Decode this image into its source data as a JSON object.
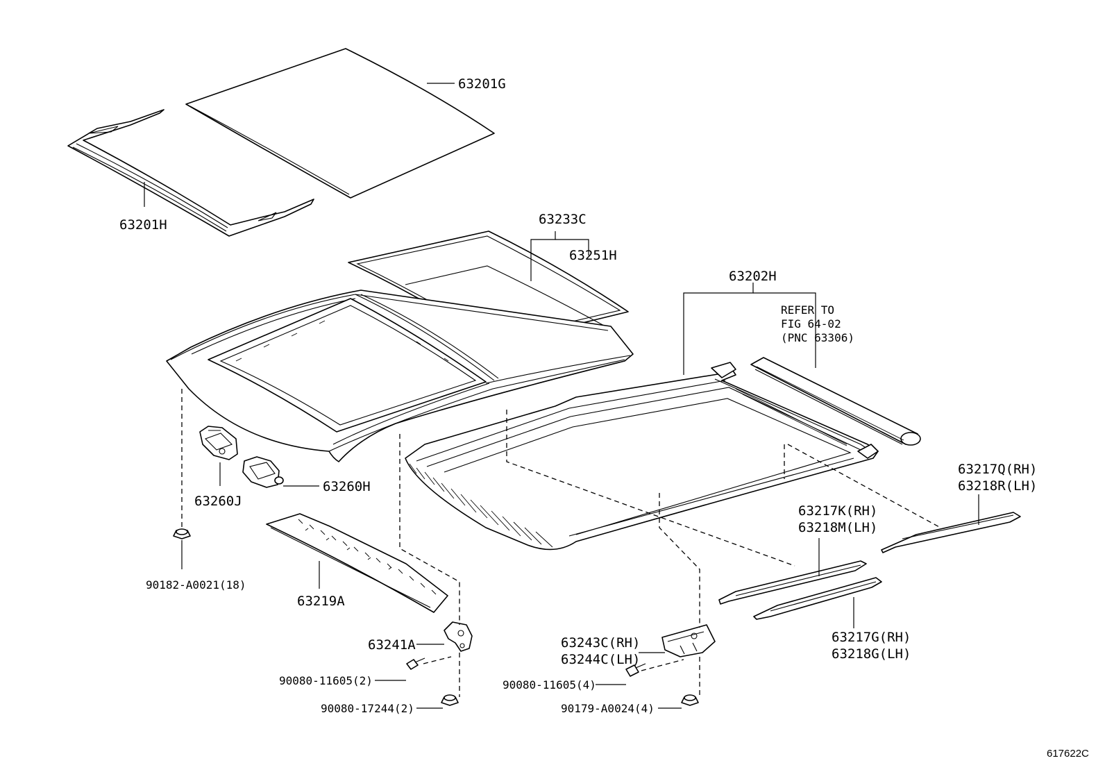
{
  "figure_id": "617622C",
  "callouts": {
    "roof_panel": "63201G",
    "roof_panel_sub": "63201H",
    "glass_weatherstrip": "63233C",
    "glass_sub": "63251H",
    "housing": "63202H",
    "refer_line1": "REFER TO",
    "refer_line2": "FIG 64-02",
    "refer_line3": "(PNC 63306)",
    "drive_motor": "63260H",
    "drive_sub": "63260J",
    "clip": "90182-A0021(18)",
    "deflector": "63219A",
    "bracket": "63241A",
    "bolt_a": "90080-11605(2)",
    "nut_a": "90080-17244(2)",
    "bracket_rh": "63243C(RH)",
    "bracket_lh": "63244C(LH)",
    "bolt_b": "90080-11605(4)",
    "nut_b": "90179-A0024(4)",
    "rail_q_rh": "63217Q(RH)",
    "rail_r_lh": "63218R(LH)",
    "rail_k_rh": "63217K(RH)",
    "rail_m_lh": "63218M(LH)",
    "rail_g_rh": "63217G(RH)",
    "rail_g_lh": "63218G(LH)"
  }
}
